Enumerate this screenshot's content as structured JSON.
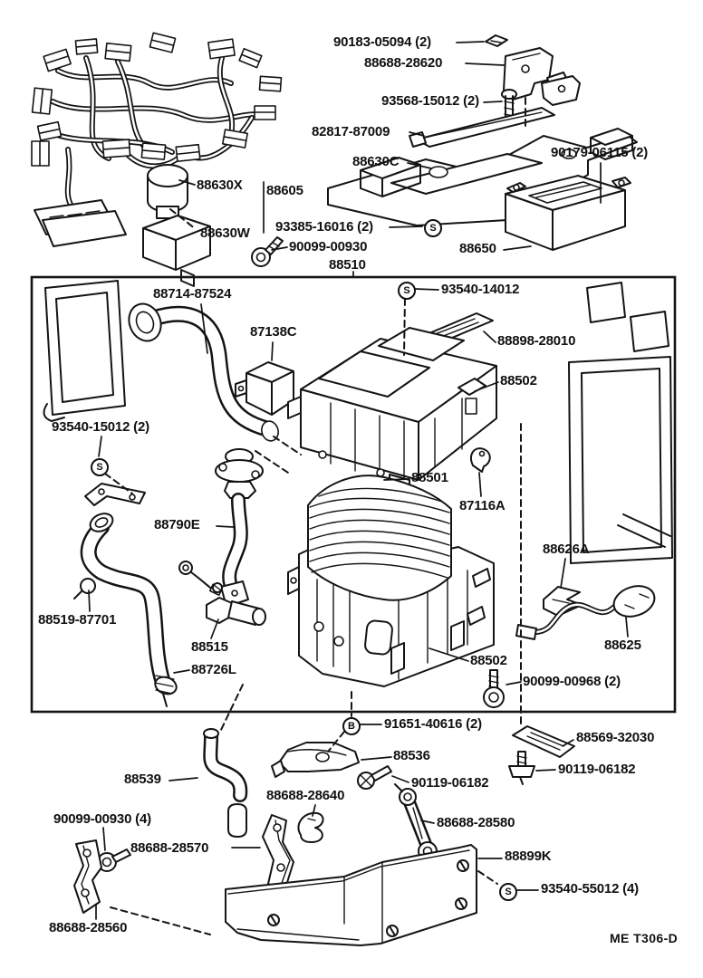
{
  "diagram": {
    "plate_code": "ME T306-D",
    "colors": {
      "line": "#141414",
      "background": "#ffffff"
    },
    "symbols": {
      "s": "S",
      "b": "B"
    },
    "labels": [
      "90183-05094 (2)",
      "88688-28620",
      "93568-15012 (2)",
      "82817-87009",
      "88630C",
      "90179-06115 (2)",
      "88630X",
      "88605",
      "88630W",
      "93385-16016 (2)",
      "90099-00930",
      "88510",
      "88650",
      "88714-87524",
      "93540-14012",
      "87138C",
      "88898-28010",
      "88502",
      "93540-15012 (2)",
      "88501",
      "87116A",
      "88790E",
      "88626A",
      "88519-87701",
      "88515",
      "88726L",
      "88502",
      "90099-00968 (2)",
      "88625",
      "91651-40616 (2)",
      "88569-32030",
      "88536",
      "90119-06182",
      "90119-06182",
      "88539",
      "88688-28640",
      "88688-28580",
      "90099-00930 (4)",
      "88688-28570",
      "88899K",
      "93540-55012 (4)",
      "88688-28560"
    ]
  }
}
